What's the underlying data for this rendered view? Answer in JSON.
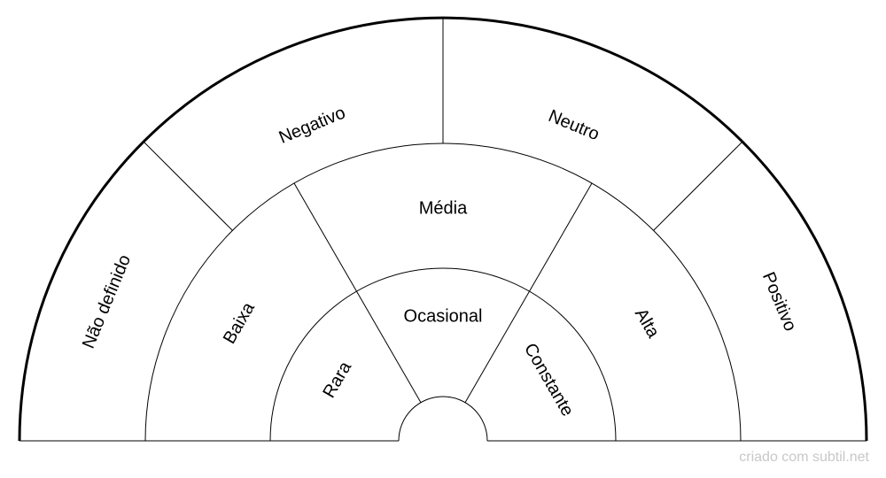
{
  "diagram": {
    "rings": [
      {
        "name": "outer",
        "segments": [
          "Não definido",
          "Negativo",
          "Neutro",
          "Positivo"
        ]
      },
      {
        "name": "middle",
        "segments": [
          "Baixa",
          "Média",
          "Alta"
        ]
      },
      {
        "name": "inner",
        "segments": [
          "Rara",
          "Ocasional",
          "Constante"
        ]
      }
    ]
  },
  "footer": {
    "credit": "criado com subtil.net"
  }
}
